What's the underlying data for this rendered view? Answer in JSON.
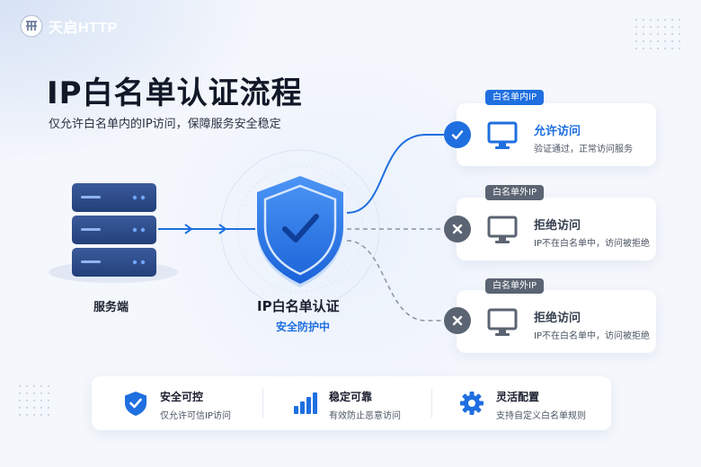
{
  "brand": {
    "name": "天启HTTP",
    "accent": "#1f6fe0"
  },
  "header": {
    "title": "IP白名单认证流程",
    "subtitle": "仅允许白名单内的IP访问，保障服务安全稳定"
  },
  "server": {
    "label": "服务端",
    "icon": "server-icon"
  },
  "shield": {
    "title": "IP白名单认证",
    "subtitle": "安全防护中",
    "icon": "shield-check-icon"
  },
  "results": [
    {
      "tag": "白名单内IP",
      "title": "允许访问",
      "desc": "验证通过，正常访问服务",
      "status": "allowed",
      "color": "#1f6fe0"
    },
    {
      "tag": "白名单外IP",
      "title": "拒绝访问",
      "desc": "IP不在白名单中，访问被拒绝",
      "status": "denied",
      "color": "#5b6472"
    },
    {
      "tag": "白名单外IP",
      "title": "拒绝访问",
      "desc": "IP不在白名单中，访问被拒绝",
      "status": "denied",
      "color": "#5b6472"
    }
  ],
  "features": [
    {
      "title": "安全可控",
      "desc": "仅允许可信IP访问",
      "icon": "shield-check-icon"
    },
    {
      "title": "稳定可靠",
      "desc": "有效防止恶意访问",
      "icon": "bar-chart-icon"
    },
    {
      "title": "灵活配置",
      "desc": "支持自定义白名单规则",
      "icon": "gear-icon"
    }
  ]
}
